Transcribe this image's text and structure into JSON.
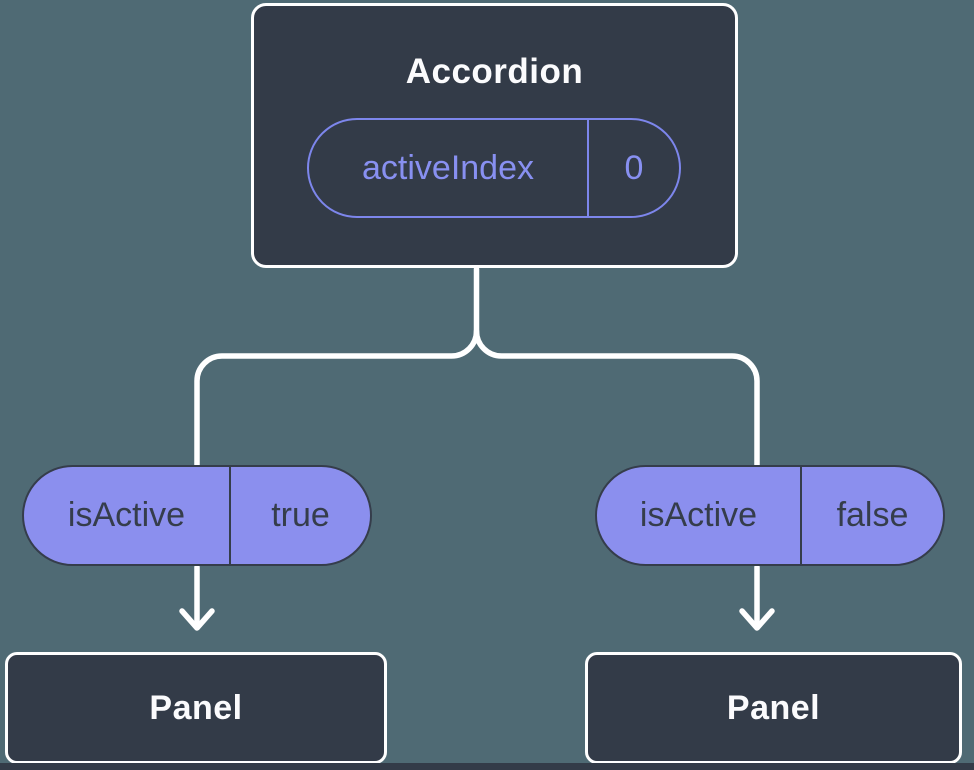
{
  "colors": {
    "background": "#4f6a74",
    "node_fill": "#333b48",
    "node_border": "#ffffff",
    "node_text": "#fbfbfd",
    "pill_fill": "#8b8fee",
    "pill_dark": "#353d4b",
    "accent_purple": "#7d86ec",
    "accent_purple_text": "#8890f1",
    "connector": "#ffffff"
  },
  "tree": {
    "root": {
      "title": "Accordion",
      "state_pill": {
        "label": "activeIndex",
        "value": "0"
      }
    },
    "children": [
      {
        "prop_pill": {
          "label": "isActive",
          "value": "true"
        },
        "node": {
          "title": "Panel"
        }
      },
      {
        "prop_pill": {
          "label": "isActive",
          "value": "false"
        },
        "node": {
          "title": "Panel"
        }
      }
    ]
  }
}
